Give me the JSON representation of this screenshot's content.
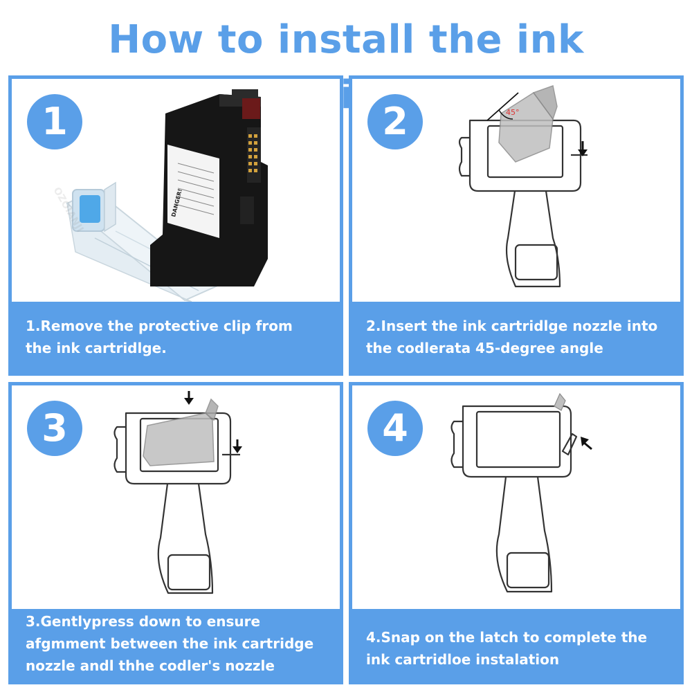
{
  "title": "How to install the ink cartridge?",
  "steps": [
    {
      "number": "1",
      "caption_lines": [
        "1.Remove the protective clip from",
        "the ink cartridlge."
      ]
    },
    {
      "number": "2",
      "caption_lines": [
        "2.Insert the ink cartridlge nozzle into",
        "the codlerata 45-degree angle"
      ]
    },
    {
      "number": "3",
      "caption_lines": [
        "3.Gentlypress down to ensure",
        "afgmment between the ink cartridge",
        "nozzle andl thhe codler's nozzle"
      ]
    },
    {
      "number": "4",
      "caption_lines": [
        "4.Snap on the latch to complete the",
        "ink cartridloe instalation"
      ]
    }
  ],
  "angle_label": "45°",
  "label_heading": "DANGER!",
  "watermark": "OZOIANJI",
  "colors": {
    "accent": "#5a9fe8",
    "text_on_accent": "#ffffff",
    "device_outline": "#333333",
    "cartridge": "#111111"
  }
}
